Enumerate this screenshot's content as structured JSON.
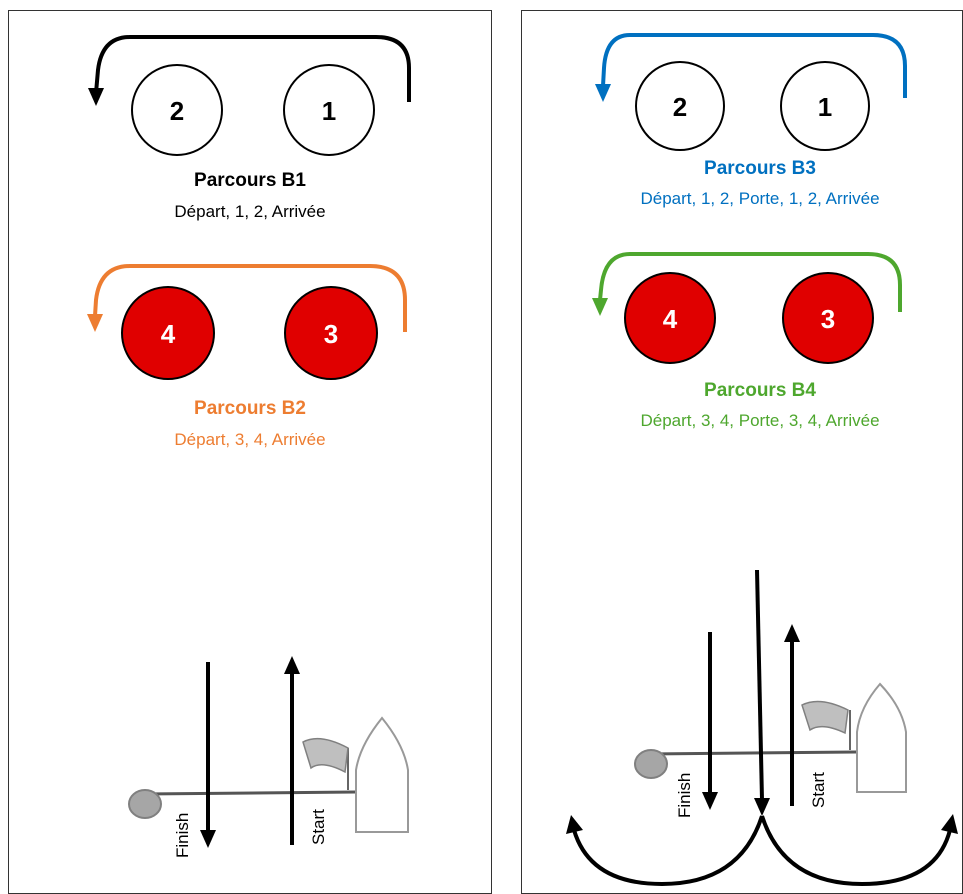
{
  "left_panel": {
    "top_course": {
      "title": "Parcours B1",
      "sequence": "Départ, 1, 2, Arrivée",
      "color": "#000000",
      "marks": [
        "2",
        "1"
      ],
      "mark_fill": "#ffffff"
    },
    "bottom_course": {
      "title": "Parcours B2",
      "sequence": "Départ, 3, 4, Arrivée",
      "color": "#ed7d31",
      "marks": [
        "4",
        "3"
      ],
      "mark_fill": "#e00000"
    },
    "finish_label": "Finish",
    "start_label": "Start"
  },
  "right_panel": {
    "top_course": {
      "title": "Parcours B3",
      "sequence": "Départ, 1, 2, Porte, 1, 2, Arrivée",
      "color": "#0070c0",
      "marks": [
        "2",
        "1"
      ],
      "mark_fill": "#ffffff"
    },
    "bottom_course": {
      "title": "Parcours B4",
      "sequence": "Départ, 3, 4, Porte, 3, 4, Arrivée",
      "color": "#4ea72e",
      "marks": [
        "4",
        "3"
      ],
      "mark_fill": "#e00000"
    },
    "finish_label": "Finish",
    "start_label": "Start"
  },
  "colors": {
    "border": "#333333",
    "boat_stroke": "#999999",
    "flag_fill": "#bfbfbf",
    "pin_fill": "#a6a6a6"
  },
  "icons": [
    "boat-icon",
    "flag-icon",
    "pin-buoy-icon",
    "arrow-up",
    "arrow-down",
    "curved-arrow-left"
  ]
}
